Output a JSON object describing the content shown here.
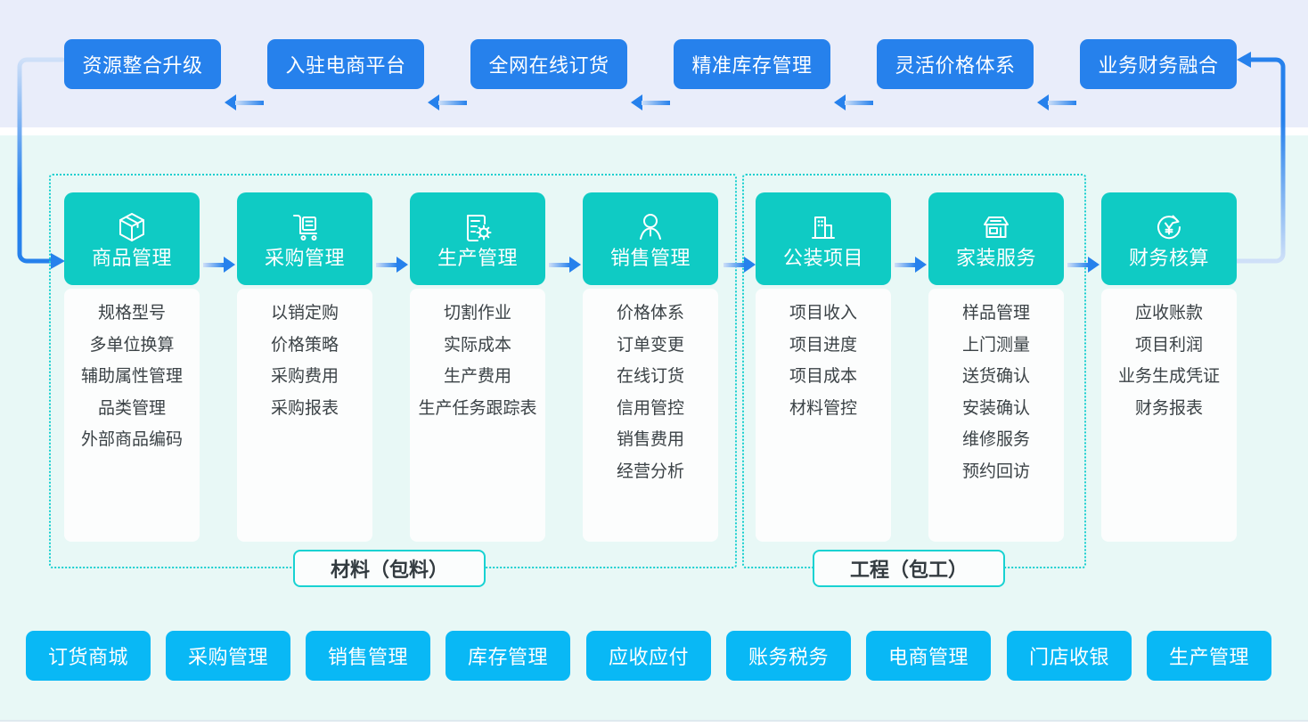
{
  "theme": {
    "band_top_bg": "#e9edfa",
    "band_mid_bg": "#e8f8f6",
    "chip_blue": "#2681ec",
    "chip_cyan": "#09b8f5",
    "card_teal": "#0fcbc4",
    "dotted_border": "#18cfcf",
    "arrow_blue": "#2681ec",
    "card_body_bg": "#fcfdfd",
    "text_dark": "#3b4246"
  },
  "top_flow": {
    "direction": "right-to-left",
    "items": [
      {
        "label": "资源整合升级"
      },
      {
        "label": "入驻电商平台"
      },
      {
        "label": "全网在线订货"
      },
      {
        "label": "精准库存管理"
      },
      {
        "label": "灵活价格体系"
      },
      {
        "label": "业务财务融合"
      }
    ]
  },
  "groups": [
    {
      "key": "material",
      "label": "材料（包料）"
    },
    {
      "key": "engineering",
      "label": "工程（包工）"
    }
  ],
  "modules": [
    {
      "icon": "box-icon",
      "title": "商品管理",
      "group": "material",
      "items": [
        "规格型号",
        "多单位换算",
        "辅助属性管理",
        "品类管理",
        "外部商品编码"
      ]
    },
    {
      "icon": "trolley-cart-icon",
      "title": "采购管理",
      "group": "material",
      "items": [
        "以销定购",
        "价格策略",
        "采购费用",
        "采购报表"
      ]
    },
    {
      "icon": "document-gear-icon",
      "title": "生产管理",
      "group": "material",
      "items": [
        "切割作业",
        "实际成本",
        "生产费用",
        "生产任务跟踪表"
      ]
    },
    {
      "icon": "person-icon",
      "title": "销售管理",
      "group": "material",
      "items": [
        "价格体系",
        "订单变更",
        "在线订货",
        "信用管控",
        "销售费用",
        "经营分析"
      ]
    },
    {
      "icon": "building-icon",
      "title": "公装项目",
      "group": "engineering",
      "items": [
        "项目收入",
        "项目进度",
        "项目成本",
        "材料管控"
      ]
    },
    {
      "icon": "storefront-icon",
      "title": "家装服务",
      "group": "engineering",
      "items": [
        "样品管理",
        "上门测量",
        "送货确认",
        "安装确认",
        "维修服务",
        "预约回访"
      ]
    },
    {
      "icon": "yuan-refresh-icon",
      "title": "财务核算",
      "group": "none",
      "items": [
        "应收账款",
        "项目利润",
        "业务生成凭证",
        "财务报表"
      ]
    }
  ],
  "bottom_capabilities": [
    {
      "label": "订货商城"
    },
    {
      "label": "采购管理"
    },
    {
      "label": "销售管理"
    },
    {
      "label": "库存管理"
    },
    {
      "label": "应收应付"
    },
    {
      "label": "账务税务"
    },
    {
      "label": "电商管理"
    },
    {
      "label": "门店收银"
    },
    {
      "label": "生产管理"
    }
  ]
}
